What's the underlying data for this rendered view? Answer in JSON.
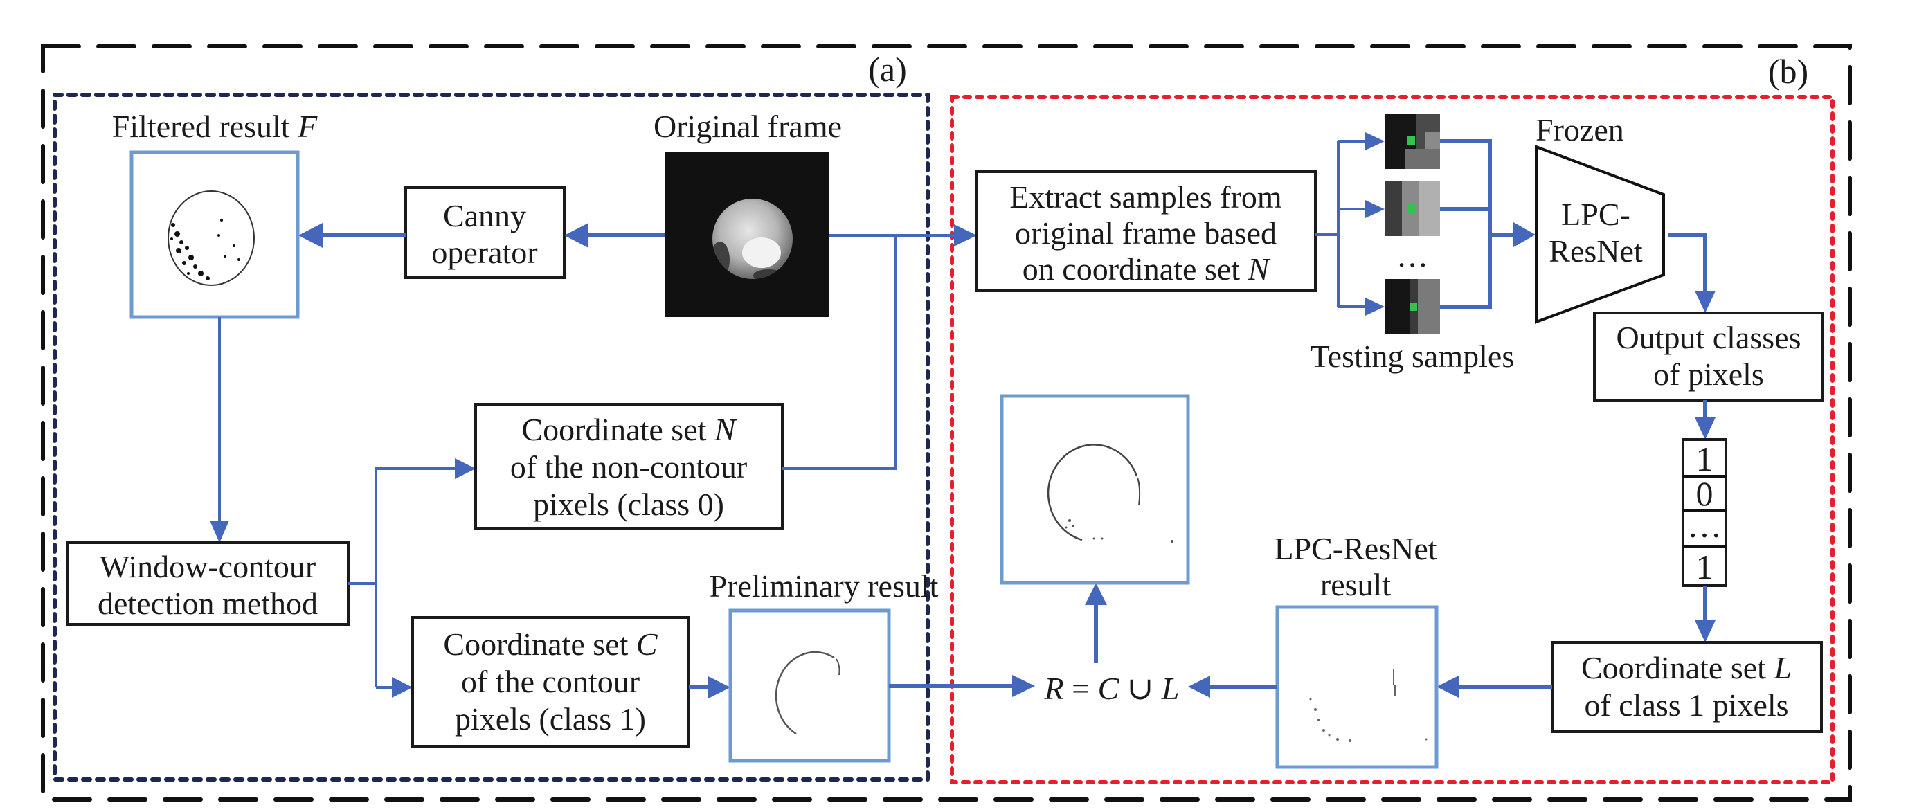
{
  "figure": {
    "panel_a_label": "(a)",
    "panel_b_label": "(b)",
    "colors": {
      "outer_border": "#111111",
      "panel_a_border": "#1c2752",
      "panel_b_border": "#e5202e",
      "flow_arrow": "#4466bb",
      "image_frame": "#6d9ad0",
      "pixel_marker": "#33c24d"
    }
  },
  "panel_a": {
    "filtered_result": {
      "title": "Filtered result ",
      "title_var": "F"
    },
    "original_frame": {
      "title": "Original frame"
    },
    "canny": {
      "line1": "Canny",
      "line2": "operator"
    },
    "coord_n": {
      "line1": "Coordinate set ",
      "line1_var": "N",
      "line2": "of the non-contour",
      "line3": "pixels (class 0)"
    },
    "window_contour": {
      "line1": "Window-contour",
      "line2": "detection method"
    },
    "coord_c": {
      "line1": "Coordinate set ",
      "line1_var": "C",
      "line2": "of the contour",
      "line3": "pixels (class 1)"
    },
    "preliminary_result": {
      "title": "Preliminary result"
    }
  },
  "panel_b": {
    "extract": {
      "line1": "Extract samples from",
      "line2": "original frame based",
      "line3": "on coordinate set ",
      "line3_var": "N"
    },
    "testing_samples": {
      "title": "Testing samples",
      "ellipsis": "…"
    },
    "network": {
      "tag": "Frozen",
      "line1": "LPC-",
      "line2": "ResNet"
    },
    "output_classes": {
      "line1": "Output classes",
      "line2": "of pixels"
    },
    "class_vector": [
      "1",
      "0",
      "…",
      "1"
    ],
    "coord_l": {
      "line1": "Coordinate set ",
      "line1_var": "L",
      "line2": "of class 1 pixels"
    },
    "lpc_result": {
      "line1": "LPC-ResNet",
      "line2": "result"
    },
    "final_result": {
      "title": "Final result ",
      "title_var": "R"
    },
    "equation": {
      "lhs": "R",
      "eq": " = ",
      "a": "C",
      "op": " ∪ ",
      "b": "L"
    }
  }
}
